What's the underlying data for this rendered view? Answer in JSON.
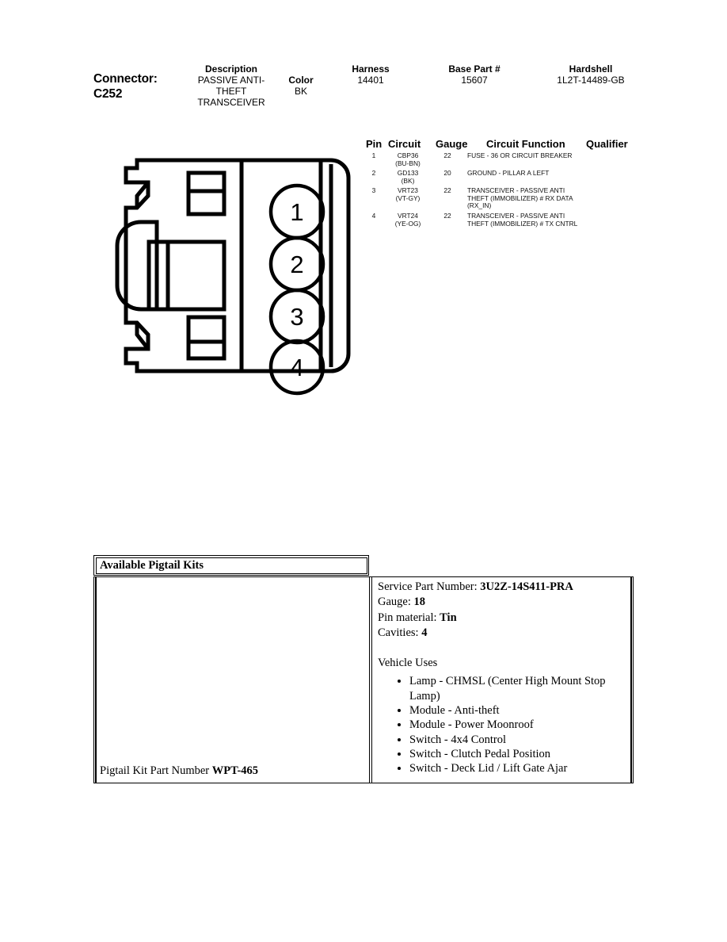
{
  "header": {
    "connector_label": "Connector:",
    "connector_id": "C252",
    "description_label": "Description",
    "description_value": "PASSIVE ANTI-THEFT TRANSCEIVER",
    "color_label": "Color",
    "color_value": "BK",
    "harness_label": "Harness",
    "harness_value": "14401",
    "base_part_label": "Base Part #",
    "base_part_value": "15607",
    "hardshell_label": "Hardshell",
    "hardshell_value": "1L2T-14489-GB"
  },
  "pin_table": {
    "columns": [
      "Pin",
      "Circuit",
      "Gauge",
      "Circuit Function",
      "Qualifier"
    ],
    "rows": [
      {
        "pin": "1",
        "circuit": "CBP36",
        "color": "(BU-BN)",
        "gauge": "22",
        "function": "FUSE - 36 OR CIRCUIT BREAKER",
        "qualifier": ""
      },
      {
        "pin": "2",
        "circuit": "GD133",
        "color": "(BK)",
        "gauge": "20",
        "function": "GROUND - PILLAR A LEFT",
        "qualifier": ""
      },
      {
        "pin": "3",
        "circuit": "VRT23",
        "color": "(VT-GY)",
        "gauge": "22",
        "function": "TRANSCEIVER - PASSIVE ANTI THEFT (IMMOBILIZER) # RX DATA (RX_IN)",
        "qualifier": ""
      },
      {
        "pin": "4",
        "circuit": "VRT24",
        "color": "(YE-OG)",
        "gauge": "22",
        "function": "TRANSCEIVER - PASSIVE ANTI THEFT (IMMOBILIZER) # TX CNTRL",
        "qualifier": ""
      }
    ]
  },
  "drawing": {
    "pin_numbers": [
      "1",
      "2",
      "3",
      "4"
    ]
  },
  "pigtail": {
    "section_title": "Available Pigtail Kits",
    "kit_part_number_label": "Pigtail Kit Part Number ",
    "kit_part_number_value": "WPT-465",
    "service_part_number_label": "Service Part Number: ",
    "service_part_number_value": "3U2Z-14S411-PRA",
    "gauge_label": "Gauge: ",
    "gauge_value": "18",
    "pin_material_label": "Pin material: ",
    "pin_material_value": "Tin",
    "cavities_label": "Cavities: ",
    "cavities_value": "4",
    "vehicle_uses_label": "Vehicle Uses",
    "vehicle_uses": [
      "Lamp - CHMSL (Center High Mount Stop Lamp)",
      "Module - Anti-theft",
      "Module - Power Moonroof",
      "Switch - 4x4 Control",
      "Switch - Clutch Pedal Position",
      "Switch - Deck Lid / Lift Gate Ajar"
    ]
  }
}
